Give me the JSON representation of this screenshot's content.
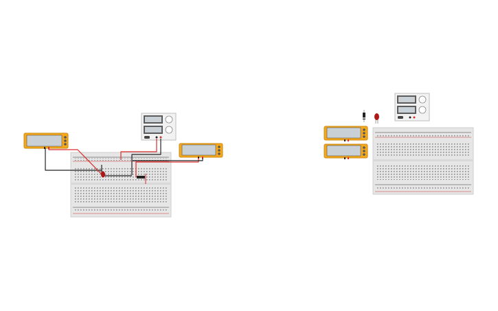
{
  "workspace": {
    "name": "circuit-editor-canvas",
    "background": "#ffffff"
  },
  "colors": {
    "multimeter_body": "#f5a81c",
    "multimeter_border": "#c98a12",
    "display": "#c9d1d6",
    "breadboard": "#e6e6e6",
    "rail_red": "#d23030",
    "rail_black": "#333333",
    "wire_red": "#d92b2b",
    "wire_black": "#222222",
    "led_red": "#b01818",
    "supply_body": "#f2f2f2"
  },
  "left_circuit": {
    "multimeters": [
      {
        "label": ""
      },
      {
        "label": ""
      }
    ],
    "power_supply": {
      "label": ""
    },
    "breadboard": {
      "label": ""
    },
    "components": [
      "led",
      "resistor"
    ]
  },
  "right_circuit": {
    "multimeters": [
      {
        "label": ""
      },
      {
        "label": ""
      }
    ],
    "power_supply": {
      "label": ""
    },
    "breadboard": {
      "label": ""
    },
    "components": [
      "diode",
      "led"
    ]
  }
}
